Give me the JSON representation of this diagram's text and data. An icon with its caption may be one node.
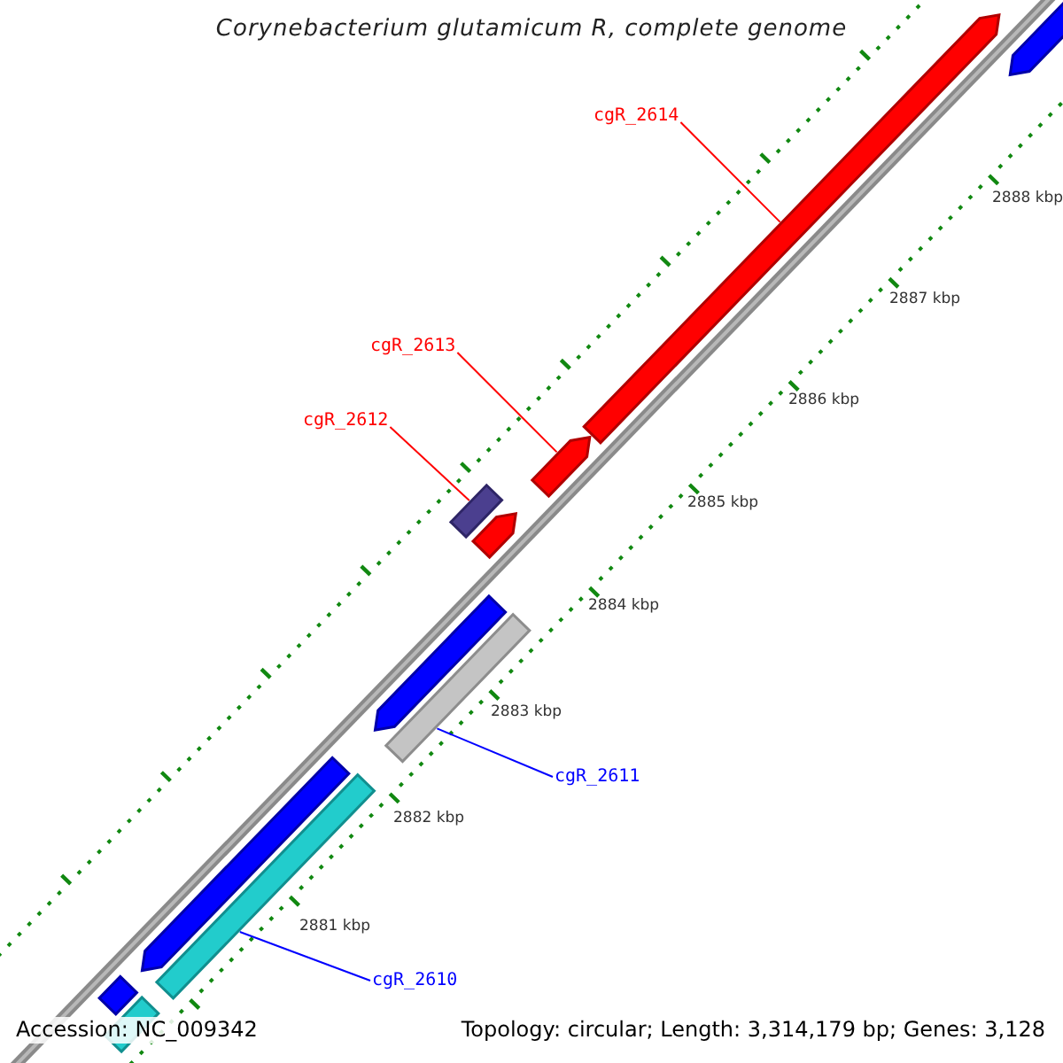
{
  "diagram": {
    "title": "Corynebacterium glutamicum R, complete genome",
    "nodes": [
      {
        "text": [
          "cgR_2614"
        ]
      },
      {
        "text": [],
        "shape": "arrow"
      },
      {
        "text": [
          "cgR_2613"
        ]
      },
      {
        "text": [],
        "shape": "arrow"
      },
      {
        "text": [
          "cgR_2612"
        ]
      },
      {
        "text": [],
        "shape": "box"
      },
      {
        "text": [
          "cgR_2611"
        ]
      },
      {
        "text": [],
        "shape": "box"
      },
      {
        "text": [
          "cgR_2610"
        ]
      },
      {
        "text": [],
        "shape": "box"
      }
    ],
    "edges": [
      {
        "from": 0,
        "to": 1,
        "arrow": "none"
      },
      {
        "from": 2,
        "to": 3,
        "arrow": "none"
      },
      {
        "from": 4,
        "to": 5,
        "arrow": "none"
      },
      {
        "from": 6,
        "to": 7,
        "arrow": "none",
        "color": "#0000ff"
      },
      {
        "from": 8,
        "to": 9,
        "arrow": "none",
        "color": "#0000ff"
      }
    ],
    "labels": [
      "2888 kbp",
      "2887 kbp",
      "2886 kbp",
      "2885 kbp",
      "2884 kbp",
      "2883 kbp",
      "2882 kbp",
      "2881 kbp",
      "Accession: NC_009342",
      "Topology: circular; Length: 3,314,179 bp; Genes: 3,128"
    ]
  }
}
